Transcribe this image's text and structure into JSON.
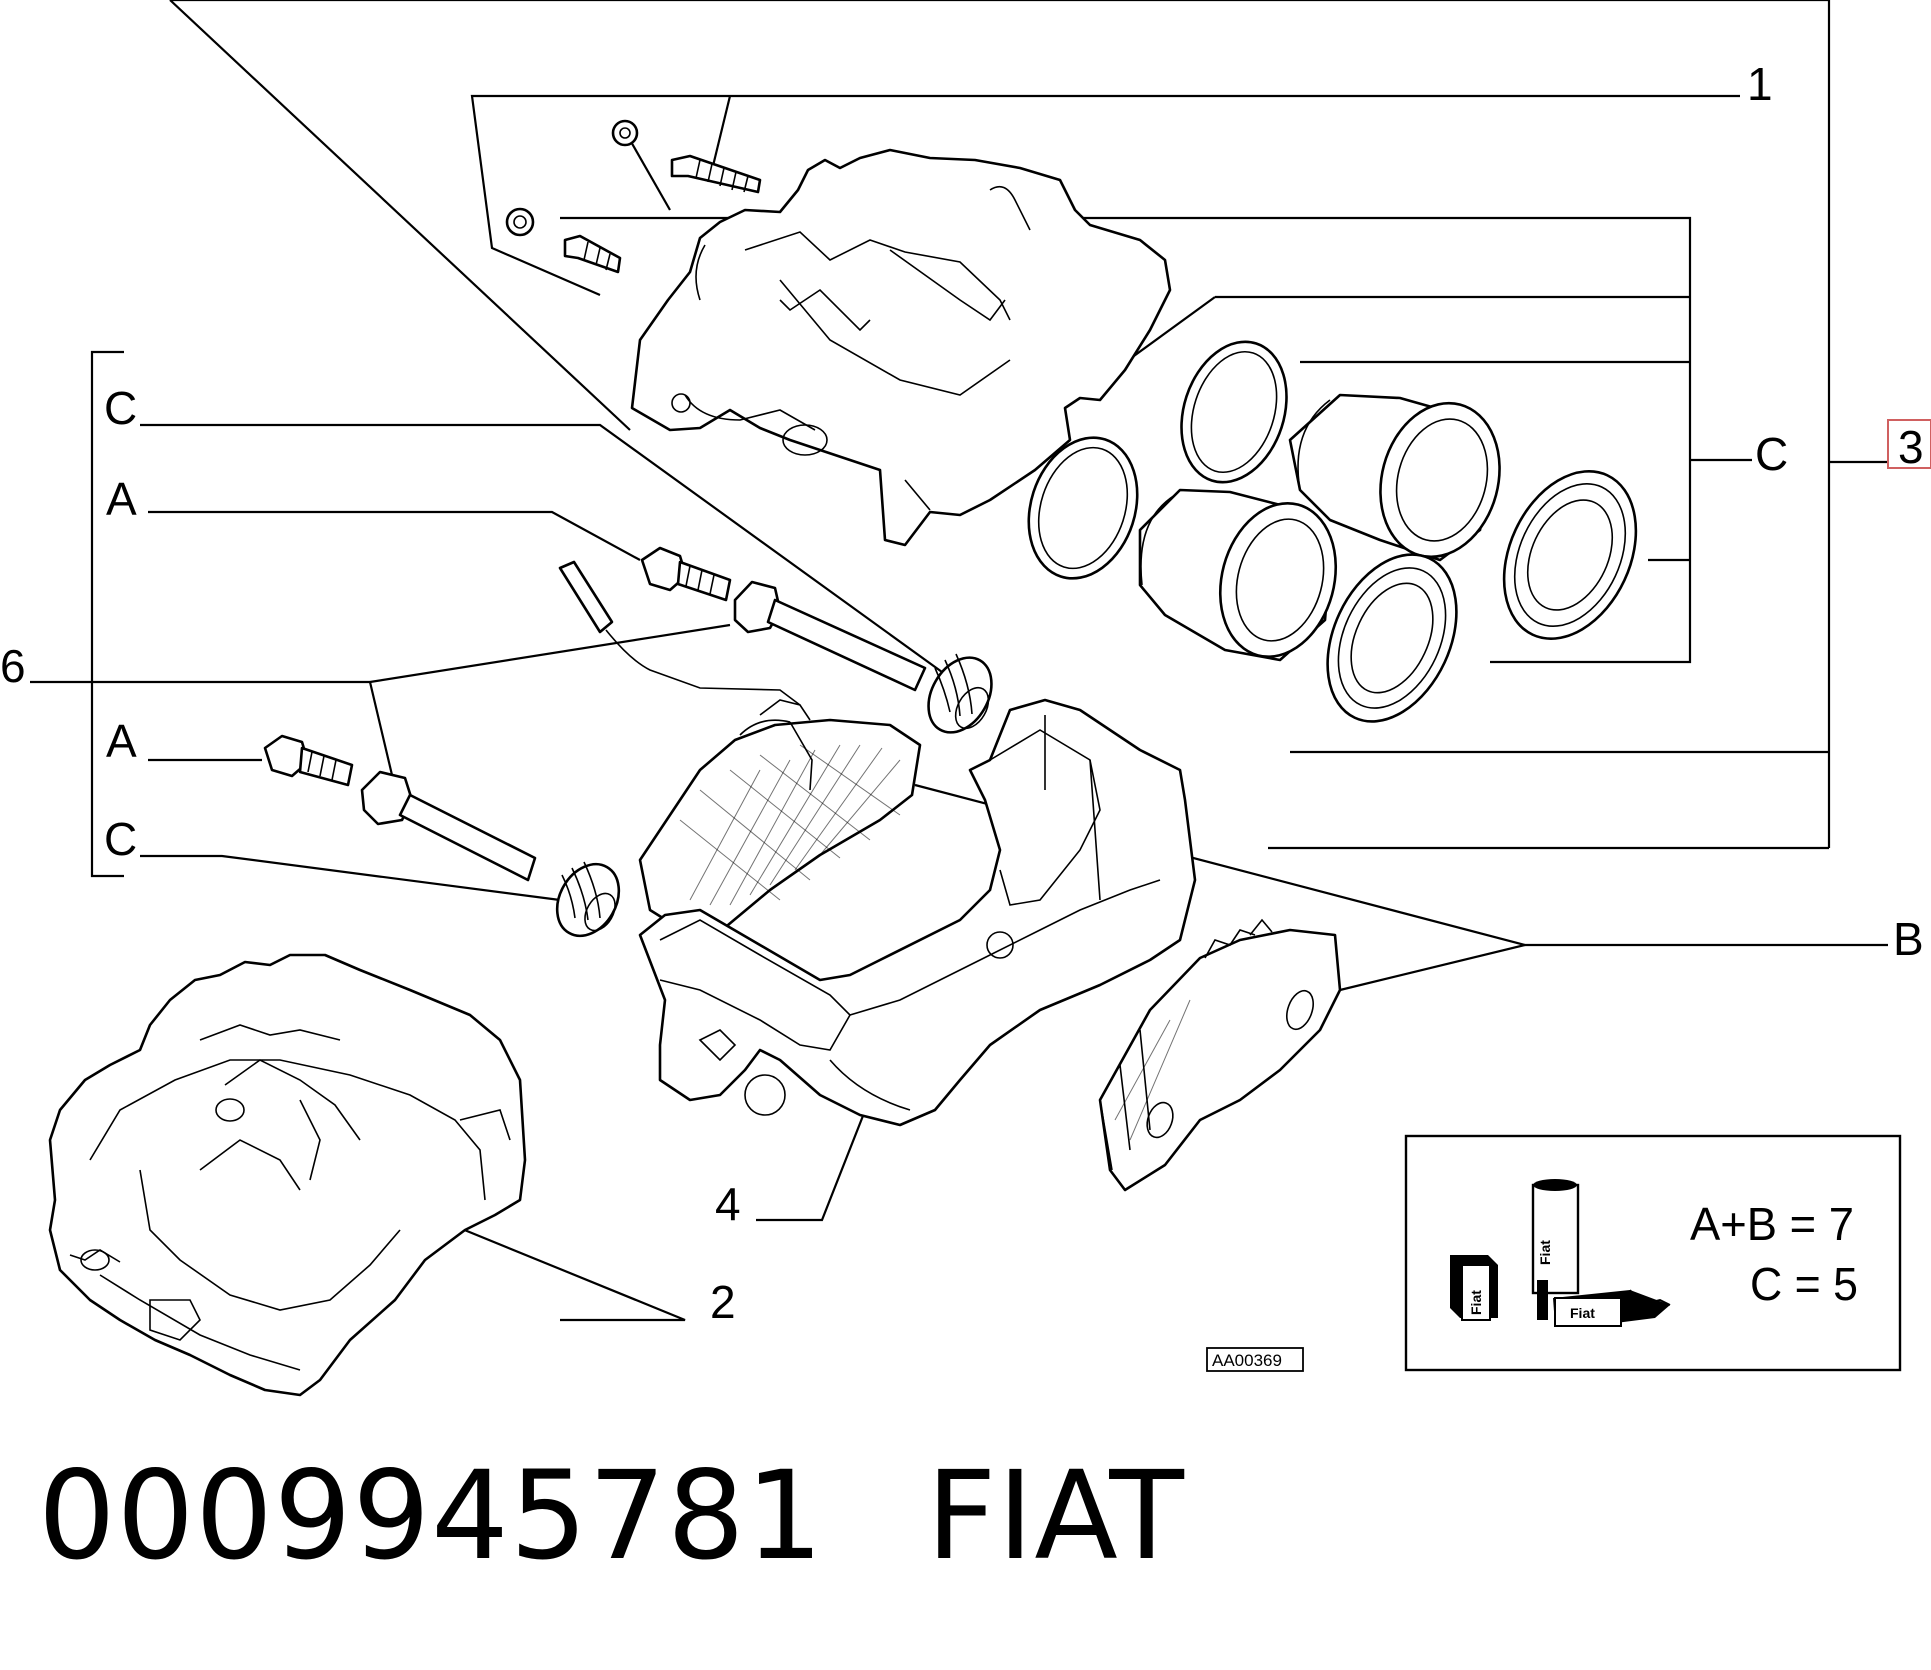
{
  "callouts": {
    "c1": "1",
    "c2": "2",
    "c3": "3",
    "c4": "4",
    "c6": "6",
    "bracket_c_top": "C",
    "bracket_a_top": "A",
    "bracket_a_bottom": "A",
    "bracket_c_bottom": "C",
    "kit_c": "C",
    "pads_b": "B"
  },
  "drawing_ref": "AA00369",
  "kit_box": {
    "line1": "A+B = 7",
    "line2": "C = 5",
    "can_label": "Fiat",
    "box_label_left": "Fiat",
    "box_label_right": "Fiat"
  },
  "caption": {
    "part_number": "0009945781",
    "brand": "FIAT"
  },
  "colors": {
    "highlight_box": "#e0a0a0",
    "ink": "#000000"
  }
}
